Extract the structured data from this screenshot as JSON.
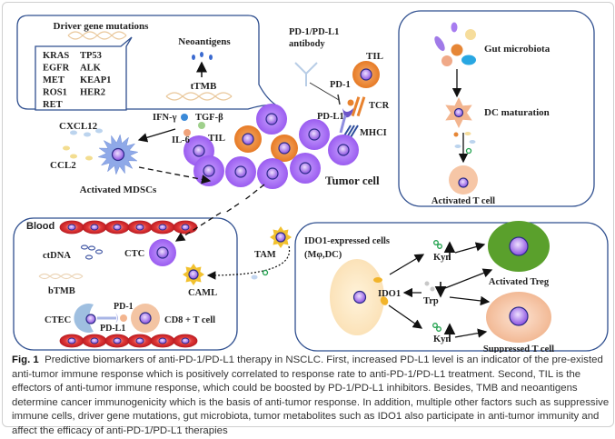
{
  "figure": {
    "driver_box": {
      "title": "Driver gene mutations",
      "genes": [
        [
          "KRAS",
          "TP53"
        ],
        [
          "EGFR",
          "ALK"
        ],
        [
          "MET",
          "KEAP1"
        ],
        [
          "ROS1",
          "HER2"
        ],
        [
          "RET",
          ""
        ]
      ],
      "neoantigens": "Neoantigens",
      "ttmb": "tTMB"
    },
    "immune_synapse": {
      "antibody": [
        "PD-1/PD-L1",
        "antibody"
      ],
      "til": "TIL",
      "pd1": "PD-1",
      "pdl1": "PD-L1",
      "tcr": "TCR",
      "mhc": "MHCI",
      "til_cluster": "TIL",
      "tumor_cell": "Tumor cell"
    },
    "mdsc": {
      "ifn": "IFN-γ",
      "tgf": "TGF-β",
      "il6": "IL-6",
      "cxcl12": "CXCL12",
      "ccl2": "CCL2",
      "label": "Activated MDSCs"
    },
    "gut_box": {
      "microbiota": "Gut microbiota",
      "dc": "DC maturation",
      "tcell": "Activated T cell"
    },
    "blood_box": {
      "title": "Blood",
      "ctdna": "ctDNA",
      "ctc": "CTC",
      "tam": "TAM",
      "btmb": "bTMB",
      "caml": "CAML",
      "ctec": "CTEC",
      "pd1": "PD-1",
      "pdl1": "PD-L1",
      "cd8": "CD8 + T cell"
    },
    "ido_box": {
      "title": "IDO1-expressed cells",
      "subtitle": "(Mφ,DC)",
      "ido1": "IDO1",
      "kyn_top": "Kyn",
      "kyn_bottom": "Kyn",
      "trp": "Trp",
      "treg": "Activated Treg",
      "suppressed": "Suppressed  T cell"
    }
  },
  "caption": {
    "label": "Fig. 1",
    "text": "Predictive biomarkers of anti-PD-1/PD-L1 therapy in NSCLC. First, increased PD-L1 level is an indicator of the pre-existed anti-tumor immune response which is positively correlated to response rate to anti-PD-1/PD-L1 treatment. Second, TIL is the effectors of anti-tumor immune response, which could be boosted by PD-1/PD-L1 inhibitors. Besides, TMB and neoantigens determine cancer immunogenicity which is the basis of anti-tumor response. In addition, multiple other factors such as suppressive immune cells, driver gene mutations, gut microbiota, tumor metabolites such as IDO1 also participate in anti-tumor immunity and affect the efficacy of anti-PD-1/PD-L1 therapies"
  },
  "colors": {
    "box_border": "#2f4f8f",
    "tumor": "#a66cf0",
    "til": "#e8822e",
    "rbc": "#d8262b",
    "treg": "#5aa02c",
    "suppressed": "#f3c4a3",
    "dc": "#f3b58f"
  }
}
